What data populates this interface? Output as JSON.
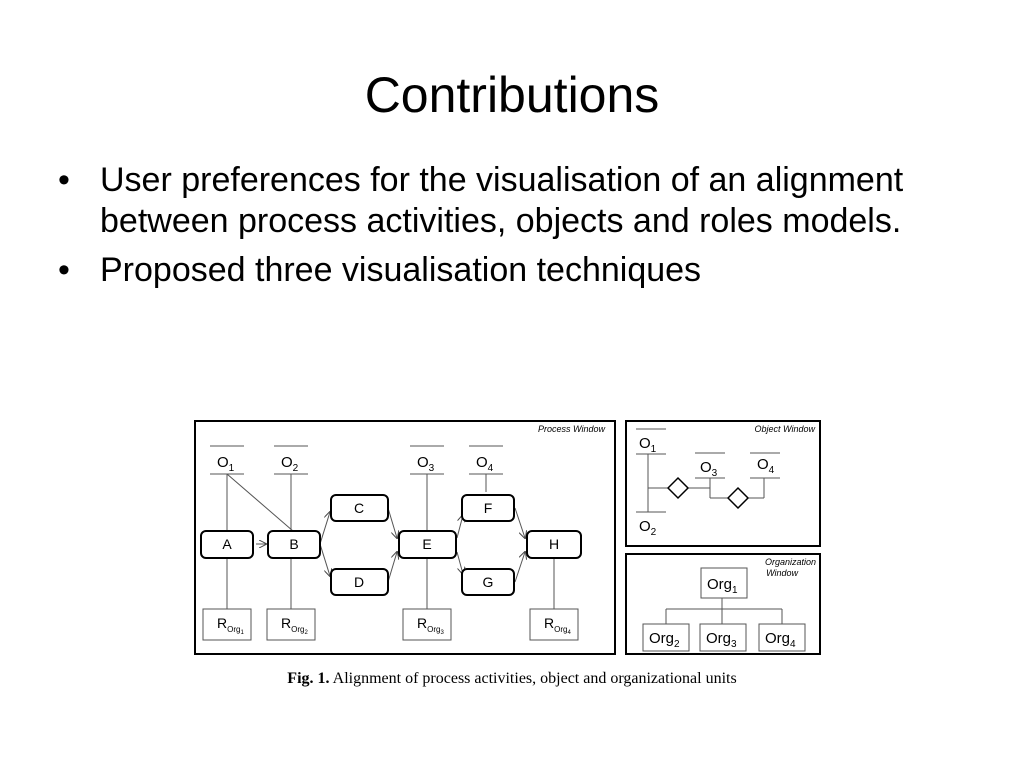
{
  "slide": {
    "title": "Contributions",
    "bullets": [
      "User preferences for the visualisation of an alignment between process activities, objects and roles models.",
      "Proposed three visualisation techniques"
    ],
    "bullet_glyph": "•"
  },
  "figure": {
    "caption_label": "Fig. 1.",
    "caption_text": "Alignment of process activities, object and organizational units",
    "process_window": {
      "label": "Process Window",
      "objects": [
        {
          "base": "O",
          "sub": "1"
        },
        {
          "base": "O",
          "sub": "2"
        },
        {
          "base": "O",
          "sub": "3"
        },
        {
          "base": "O",
          "sub": "4"
        }
      ],
      "activities": [
        "A",
        "B",
        "C",
        "D",
        "E",
        "F",
        "G",
        "H"
      ],
      "roles": [
        {
          "base": "R",
          "sub": "Org",
          "subsub": "1"
        },
        {
          "base": "R",
          "sub": "Org",
          "subsub": "2"
        },
        {
          "base": "R",
          "sub": "Org",
          "subsub": "3"
        },
        {
          "base": "R",
          "sub": "Org",
          "subsub": "4"
        }
      ]
    },
    "object_window": {
      "label": "Object Window",
      "objects": [
        {
          "base": "O",
          "sub": "1"
        },
        {
          "base": "O",
          "sub": "3"
        },
        {
          "base": "O",
          "sub": "4"
        },
        {
          "base": "O",
          "sub": "2"
        }
      ]
    },
    "organization_window": {
      "label_line1": "Organization",
      "label_line2": "Window",
      "units": [
        {
          "base": "Org",
          "sub": "1"
        },
        {
          "base": "Org",
          "sub": "2"
        },
        {
          "base": "Org",
          "sub": "3"
        },
        {
          "base": "Org",
          "sub": "4"
        }
      ]
    }
  }
}
